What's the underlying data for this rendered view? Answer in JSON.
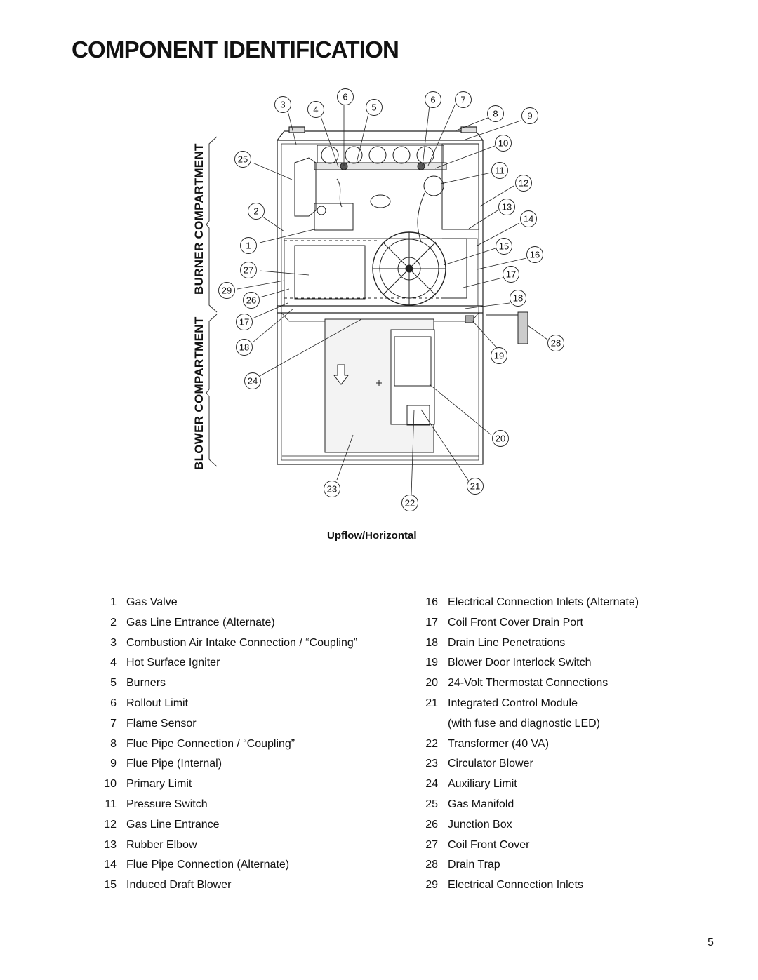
{
  "page": {
    "title": "COMPONENT IDENTIFICATION",
    "page_number": "5"
  },
  "diagram": {
    "caption": "Upflow/Horizontal",
    "side_labels": {
      "burner": "BURNER COMPARTMENT",
      "blower": "BLOWER COMPARTMENT"
    },
    "callouts": {
      "c1": "1",
      "c2": "2",
      "c3": "3",
      "c4": "4",
      "c5": "5",
      "c6a": "6",
      "c6b": "6",
      "c7": "7",
      "c8": "8",
      "c9": "9",
      "c10": "10",
      "c11": "11",
      "c12": "12",
      "c13": "13",
      "c14": "14",
      "c15": "15",
      "c16": "16",
      "c17a": "17",
      "c17b": "17",
      "c18a": "18",
      "c18b": "18",
      "c19": "19",
      "c20": "20",
      "c21": "21",
      "c22": "22",
      "c23": "23",
      "c24": "24",
      "c25": "25",
      "c26": "26",
      "c27": "27",
      "c28": "28",
      "c29": "29"
    }
  },
  "components_left": [
    {
      "num": "1",
      "name": "Gas Valve"
    },
    {
      "num": "2",
      "name": "Gas Line Entrance (Alternate)"
    },
    {
      "num": "3",
      "name": "Combustion Air Intake Connection / “Coupling”"
    },
    {
      "num": "4",
      "name": "Hot Surface Igniter"
    },
    {
      "num": "5",
      "name": "Burners"
    },
    {
      "num": "6",
      "name": "Rollout Limit"
    },
    {
      "num": "7",
      "name": "Flame Sensor"
    },
    {
      "num": "8",
      "name": "Flue Pipe Connection / “Coupling”"
    },
    {
      "num": "9",
      "name": "Flue Pipe (Internal)"
    },
    {
      "num": "10",
      "name": "Primary Limit"
    },
    {
      "num": "11",
      "name": "Pressure Switch"
    },
    {
      "num": "12",
      "name": "Gas Line Entrance"
    },
    {
      "num": "13",
      "name": "Rubber Elbow"
    },
    {
      "num": "14",
      "name": "Flue Pipe Connection (Alternate)"
    },
    {
      "num": "15",
      "name": "Induced Draft Blower"
    }
  ],
  "components_right": [
    {
      "num": "16",
      "name": "Electrical Connection Inlets (Alternate)"
    },
    {
      "num": "17",
      "name": "Coil Front Cover Drain Port"
    },
    {
      "num": "18",
      "name": "Drain Line Penetrations"
    },
    {
      "num": "19",
      "name": "Blower Door Interlock Switch"
    },
    {
      "num": "20",
      "name": "24-Volt Thermostat Connections"
    },
    {
      "num": "21",
      "name": "Integrated Control Module"
    },
    {
      "num": "",
      "name": "(with fuse and diagnostic LED)"
    },
    {
      "num": "22",
      "name": "Transformer (40 VA)"
    },
    {
      "num": "23",
      "name": "Circulator Blower"
    },
    {
      "num": "24",
      "name": "Auxiliary Limit"
    },
    {
      "num": "25",
      "name": "Gas Manifold"
    },
    {
      "num": "26",
      "name": "Junction Box"
    },
    {
      "num": "27",
      "name": "Coil Front Cover"
    },
    {
      "num": "28",
      "name": "Drain Trap"
    },
    {
      "num": "29",
      "name": "Electrical Connection Inlets"
    }
  ]
}
